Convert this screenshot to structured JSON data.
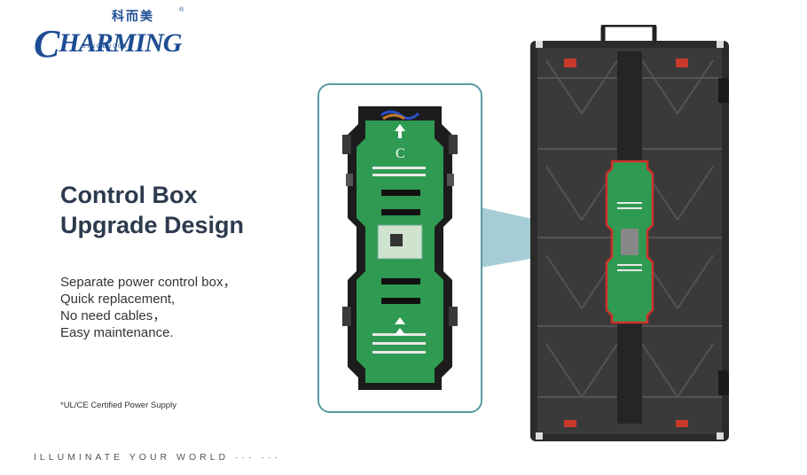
{
  "brand": {
    "name": "HARMING",
    "initial": "C",
    "chinese": "科而美",
    "since": "SINCE2003",
    "registered": "®"
  },
  "heading": {
    "line1": "Control Box",
    "line2": "Upgrade Design"
  },
  "description": [
    "Separate power control box，",
    "Quick replacement,",
    "No need cables，",
    "Easy maintenance."
  ],
  "note": "*UL/CE Certified Power Supply",
  "tagline": "ILLUMINATE YOUR WORLD ··· ···",
  "colors": {
    "brand_blue": "#1d4d93",
    "callout_teal": "#5a9aa6",
    "pcb_green": "#2f9a52",
    "highlight_red": "#d0302a"
  }
}
